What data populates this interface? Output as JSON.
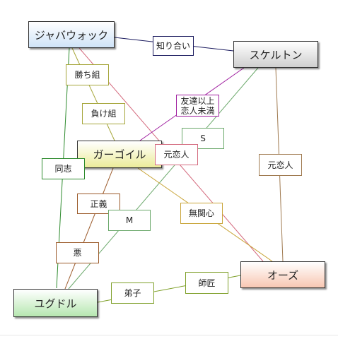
{
  "colors": {
    "jabberwock_link": "#1a1a5e",
    "jabberwock_gargoyle": "#a6a63a",
    "jabberwock_yugdor": "#2e8b2e",
    "jabberwock_oz": "#d46a7e",
    "skeleton_gargoyle": "#a020a0",
    "skeleton_yugdor": "#6aa86a",
    "skeleton_oz": "#a07a50",
    "gargoyle_yugdor": "#9b5a2a",
    "gargoyle_oz": "#c9a53a",
    "yugdor_oz": "#7fa02a"
  },
  "nodes": {
    "jabberwock": "ジャバウォック",
    "skeleton": "スケルトン",
    "gargoyle": "ガーゴイル",
    "oz": "オーズ",
    "yugdor": "ユグドル"
  },
  "labels": {
    "acquaintance": "知り合い",
    "winner": "勝ち組",
    "loser": "負け組",
    "comrade": "同志",
    "friend_line1": "友達以上",
    "friend_line2": "恋人未満",
    "s": "S",
    "ex_lover_gargoyle": "元恋人",
    "ex_lover_skeleton": "元恋人",
    "justice": "正義",
    "m": "M",
    "indifferent": "無関心",
    "evil": "悪",
    "master": "師匠",
    "apprentice": "弟子"
  }
}
